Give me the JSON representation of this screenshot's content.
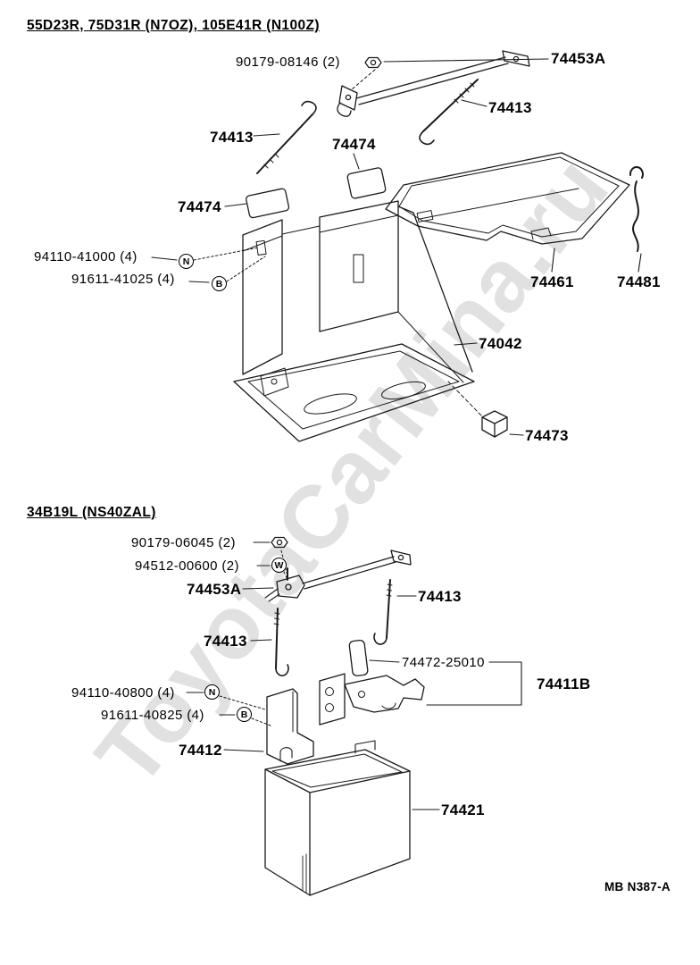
{
  "page": {
    "watermark": "ToyotaCarMina.ru",
    "doc_code": "MB N387-A",
    "colors": {
      "line": "#1a1a1a",
      "watermark": "#c9c9c9",
      "background": "#ffffff"
    }
  },
  "sections": [
    {
      "title": "55D23R, 75D31R (N7OZ), 105E41R (N100Z)",
      "labels": {
        "ref_nut_bolt": "90179-08146 (2)",
        "clamp": "74453A",
        "jbolt_right": "74413",
        "jbolt_left": "74413",
        "pad_center": "74474",
        "pad_left": "74474",
        "nut_ref": "94110-41000 (4)",
        "bolt_ref": "91611-41025 (4)",
        "cover": "74461",
        "rod": "74481",
        "carrier": "74042",
        "spacer": "74473"
      },
      "symbols": {
        "nut": "N",
        "bolt": "B"
      }
    },
    {
      "title": "34B19L (NS40ZAL)",
      "labels": {
        "ref_nut": "90179-06045 (2)",
        "ref_washer": "94512-00600 (2)",
        "clamp": "74453A",
        "jbolt_right": "74413",
        "jbolt_left": "74413",
        "pad": "74472-25010",
        "bracket_asm": "74411B",
        "nut_ref": "94110-40800 (4)",
        "bolt_ref": "91611-40825 (4)",
        "bracket": "74412",
        "tray": "74421"
      },
      "symbols": {
        "nut": "N",
        "bolt": "B",
        "washer": "W"
      }
    }
  ]
}
